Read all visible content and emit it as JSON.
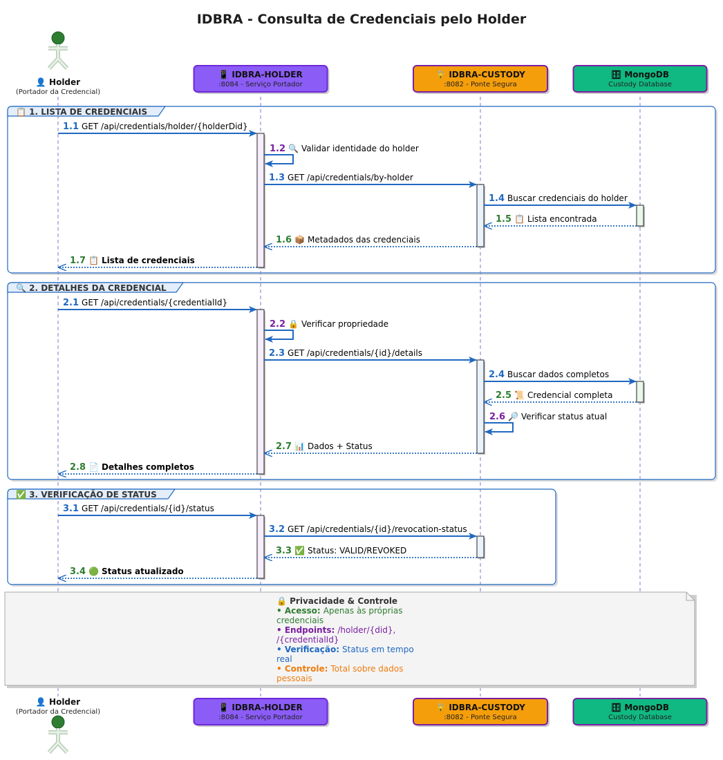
{
  "title": "IDBRA - Consulta de Credenciais pelo Holder",
  "colors": {
    "request": "#1f68c1",
    "response": "#2f7d32",
    "self": "#7b1fa2",
    "warning": "#ef7d0f",
    "frame_border": "#1f68c1",
    "frame_tab": "#e3eefa",
    "lifeline": "#7a7acc"
  },
  "participants": [
    {
      "id": "holder",
      "name": "👤 Holder",
      "subtitle": "(Portador da Credencial)",
      "kind": "actor",
      "color": "#2e7d32"
    },
    {
      "id": "idbra-holder",
      "name": "📱 IDBRA-HOLDER",
      "subtitle": ":8084 - Serviço Portador",
      "kind": "box",
      "color": "#8b5cf6",
      "border": "#6d28d9"
    },
    {
      "id": "idbra-custody",
      "name": "🔒 IDBRA-CUSTODY",
      "subtitle": ":8082 - Ponte Segura",
      "kind": "box",
      "color": "#f59e0b",
      "border": "#7b1fa2"
    },
    {
      "id": "mongodb",
      "name": "🗄 MongoDB",
      "subtitle": "Custody Database",
      "kind": "box",
      "color": "#10b981",
      "border": "#7b1fa2"
    }
  ],
  "groups": [
    {
      "label": "📋 1. LISTA DE CREDENCIAIS",
      "messages": [
        {
          "num": "1.1",
          "icon": "",
          "text": "GET /api/credentials/holder/{holderDid}",
          "from": "holder",
          "to": "idbra-holder",
          "type": "request",
          "bold": false
        },
        {
          "num": "1.2",
          "icon": "🔍",
          "text": "Validar identidade do holder",
          "from": "idbra-holder",
          "to": "idbra-holder",
          "type": "self",
          "bold": false
        },
        {
          "num": "1.3",
          "icon": "",
          "text": "GET /api/credentials/by-holder",
          "from": "idbra-holder",
          "to": "idbra-custody",
          "type": "request",
          "bold": false
        },
        {
          "num": "1.4",
          "icon": "",
          "text": "Buscar credenciais do holder",
          "from": "idbra-custody",
          "to": "mongodb",
          "type": "request",
          "bold": false
        },
        {
          "num": "1.5",
          "icon": "📋",
          "text": "Lista encontrada",
          "from": "mongodb",
          "to": "idbra-custody",
          "type": "response",
          "bold": false
        },
        {
          "num": "1.6",
          "icon": "📦",
          "text": "Metadados das credenciais",
          "from": "idbra-custody",
          "to": "idbra-holder",
          "type": "response",
          "bold": false
        },
        {
          "num": "1.7",
          "icon": "📋",
          "text": "Lista de credenciais",
          "from": "idbra-holder",
          "to": "holder",
          "type": "response",
          "bold": true
        }
      ]
    },
    {
      "label": "🔍 2. DETALHES DA CREDENCIAL",
      "messages": [
        {
          "num": "2.1",
          "icon": "",
          "text": "GET /api/credentials/{credentialId}",
          "from": "holder",
          "to": "idbra-holder",
          "type": "request",
          "bold": false
        },
        {
          "num": "2.2",
          "icon": "🔒",
          "text": "Verificar propriedade",
          "from": "idbra-holder",
          "to": "idbra-holder",
          "type": "self",
          "bold": false
        },
        {
          "num": "2.3",
          "icon": "",
          "text": "GET /api/credentials/{id}/details",
          "from": "idbra-holder",
          "to": "idbra-custody",
          "type": "request",
          "bold": false
        },
        {
          "num": "2.4",
          "icon": "",
          "text": "Buscar dados completos",
          "from": "idbra-custody",
          "to": "mongodb",
          "type": "request",
          "bold": false
        },
        {
          "num": "2.5",
          "icon": "📜",
          "text": "Credencial completa",
          "from": "mongodb",
          "to": "idbra-custody",
          "type": "response",
          "bold": false
        },
        {
          "num": "2.6",
          "icon": "🔎",
          "text": "Verificar status atual",
          "from": "idbra-custody",
          "to": "idbra-custody",
          "type": "self",
          "bold": false
        },
        {
          "num": "2.7",
          "icon": "📊",
          "text": "Dados + Status",
          "from": "idbra-custody",
          "to": "idbra-holder",
          "type": "response",
          "bold": false
        },
        {
          "num": "2.8",
          "icon": "📄",
          "text": "Detalhes completos",
          "from": "idbra-holder",
          "to": "holder",
          "type": "response",
          "bold": true
        }
      ]
    },
    {
      "label": "✅ 3. VERIFICAÇÃO DE STATUS",
      "messages": [
        {
          "num": "3.1",
          "icon": "",
          "text": "GET /api/credentials/{id}/status",
          "from": "holder",
          "to": "idbra-holder",
          "type": "request",
          "bold": false
        },
        {
          "num": "3.2",
          "icon": "",
          "text": "GET /api/credentials/{id}/revocation-status",
          "from": "idbra-holder",
          "to": "idbra-custody",
          "type": "request",
          "bold": false
        },
        {
          "num": "3.3",
          "icon": "✅",
          "text": "Status: VALID/REVOKED",
          "from": "idbra-custody",
          "to": "idbra-holder",
          "type": "response",
          "bold": false
        },
        {
          "num": "3.4",
          "icon": "🟢",
          "text": "Status atualizado",
          "from": "idbra-holder",
          "to": "holder",
          "type": "response",
          "bold": true
        }
      ]
    }
  ],
  "note": {
    "title": "🔒 Privacidade & Controle",
    "items": [
      {
        "label": "• Acesso:",
        "lines": [
          "Apenas às próprias",
          "credenciais"
        ],
        "color": "#2f7d32"
      },
      {
        "label": "• Endpoints:",
        "lines": [
          "/holder/{did},",
          "/{credentialId}"
        ],
        "color": "#7b1fa2"
      },
      {
        "label": "• Verificação:",
        "lines": [
          "Status em tempo",
          "real"
        ],
        "color": "#1f68c1"
      },
      {
        "label": "• Controle:",
        "lines": [
          "Total sobre dados",
          "pessoais"
        ],
        "color": "#ef7d0f"
      }
    ]
  }
}
